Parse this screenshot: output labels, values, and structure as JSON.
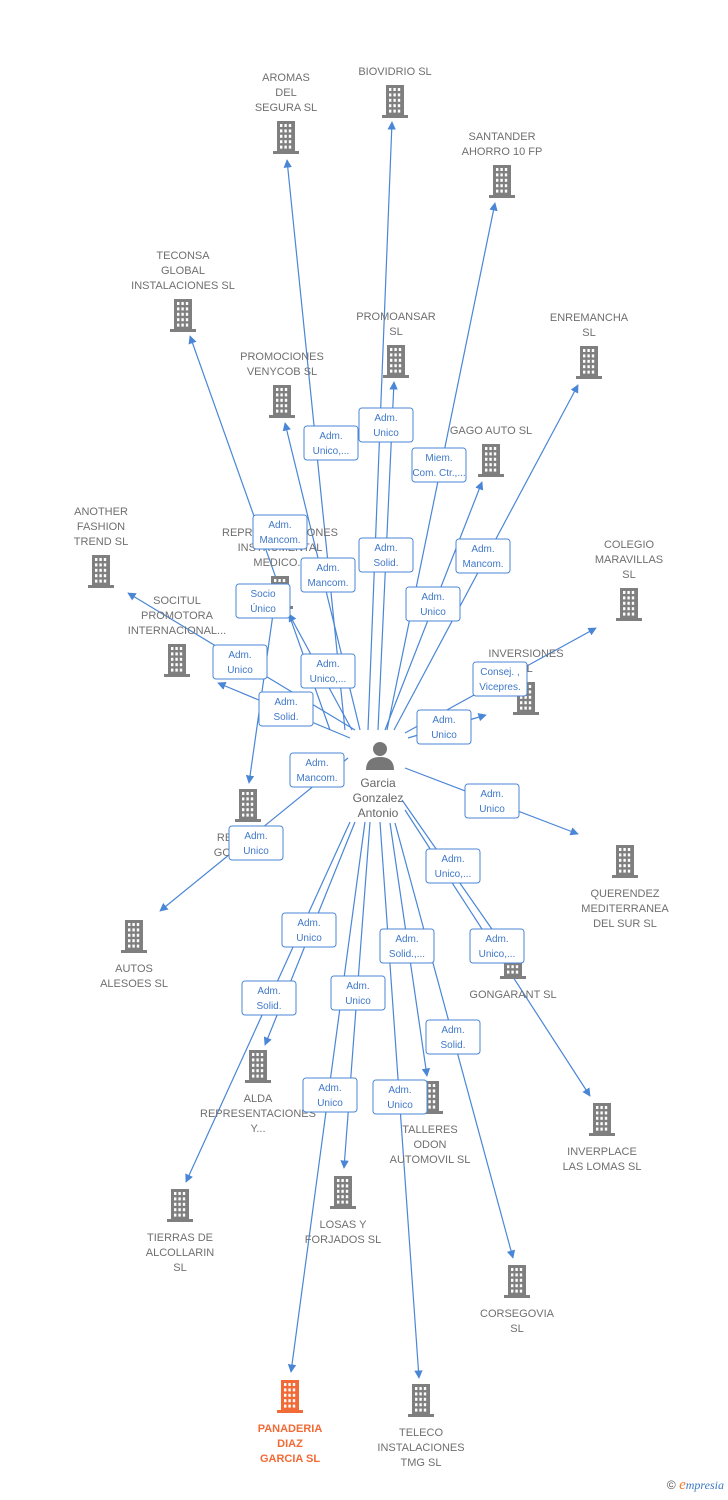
{
  "colors": {
    "edge": "#4a86d6",
    "company": "#7f7f7f",
    "highlight": "#f26a36",
    "label_text": "#6f6f6f",
    "edge_label_text": "#3f78c8",
    "edge_label_border": "#4a86d6",
    "person": "#777777"
  },
  "center": {
    "name_lines": [
      "Garcia",
      "Gonzalez",
      "Antonio"
    ],
    "icon": "person-icon"
  },
  "nodes": [
    {
      "id": "aromas",
      "lines": [
        "AROMAS",
        "DEL",
        "SEGURA  SL"
      ]
    },
    {
      "id": "biovidrio",
      "lines": [
        "BIOVIDRIO  SL"
      ]
    },
    {
      "id": "santander",
      "lines": [
        "SANTANDER",
        "AHORRO 10 FP"
      ]
    },
    {
      "id": "teconsa",
      "lines": [
        "TECONSA",
        "GLOBAL",
        "INSTALACIONES SL"
      ]
    },
    {
      "id": "promoansar",
      "lines": [
        "PROMOANSAR",
        "SL"
      ]
    },
    {
      "id": "enremancha",
      "lines": [
        "ENREMANCHA",
        "SL"
      ]
    },
    {
      "id": "venycob",
      "lines": [
        "PROMOCIONES",
        "VENYCOB SL"
      ]
    },
    {
      "id": "gago",
      "lines": [
        "GAGO AUTO SL"
      ]
    },
    {
      "id": "another",
      "lines": [
        "ANOTHER",
        "FASHION",
        "TREND  SL"
      ]
    },
    {
      "id": "instrumental",
      "lines": [
        "REPRESENTACIONES",
        "INSTRUMENTAL",
        "MEDICO..."
      ]
    },
    {
      "id": "colegio",
      "lines": [
        "COLEGIO",
        "MARAVILLAS",
        "SL"
      ]
    },
    {
      "id": "socitul",
      "lines": [
        "SOCITUL",
        "PROMOTORA",
        "INTERNACIONAL..."
      ]
    },
    {
      "id": "inversiones",
      "lines": [
        "INVERSIONES",
        "SL"
      ]
    },
    {
      "id": "renta",
      "lines": [
        "RENTAS DE",
        "GONZALEZ..."
      ]
    },
    {
      "id": "querendez",
      "lines": [
        "QUERENDEZ",
        "MEDITERRANEA",
        "DEL SUR  SL"
      ]
    },
    {
      "id": "autos",
      "lines": [
        "AUTOS",
        "ALESOES  SL"
      ]
    },
    {
      "id": "gongarant",
      "lines": [
        "GONGARANT SL"
      ]
    },
    {
      "id": "alda",
      "lines": [
        "ALDA",
        "REPRESENTACIONES",
        "Y..."
      ]
    },
    {
      "id": "talleres",
      "lines": [
        "TALLERES",
        "ODON",
        "AUTOMOVIL SL"
      ]
    },
    {
      "id": "inverplace",
      "lines": [
        "INVERPLACE",
        "LAS LOMAS  SL"
      ]
    },
    {
      "id": "tierras",
      "lines": [
        "TIERRAS DE",
        "ALCOLLARIN",
        "SL"
      ]
    },
    {
      "id": "losas",
      "lines": [
        "LOSAS Y",
        "FORJADOS  SL"
      ]
    },
    {
      "id": "corsegovia",
      "lines": [
        "CORSEGOVIA",
        "SL"
      ]
    },
    {
      "id": "panaderia",
      "lines": [
        "PANADERIA",
        "DIAZ",
        "GARCIA  SL"
      ],
      "highlight": true
    },
    {
      "id": "teleco",
      "lines": [
        "TELECO",
        "INSTALACIONES",
        "TMG  SL"
      ]
    }
  ],
  "edges": [
    {
      "to": "aromas",
      "lines": [
        "Adm.",
        "Unico,..."
      ]
    },
    {
      "to": "biovidrio",
      "lines": [
        "Adm.",
        "Unico"
      ]
    },
    {
      "to": "santander",
      "lines": [
        "Miem.",
        "Com. Ctr.,..."
      ]
    },
    {
      "to": "teconsa",
      "lines": [
        "Adm.",
        "Mancom."
      ]
    },
    {
      "to": "promoansar",
      "lines": [
        "Adm.",
        "Solid."
      ]
    },
    {
      "to": "enremancha",
      "lines": [
        "Adm.",
        "Mancom."
      ]
    },
    {
      "to": "venycob",
      "lines": [
        "Adm.",
        "Mancom."
      ]
    },
    {
      "to": "gago",
      "lines": [
        "Adm.",
        "Unico"
      ]
    },
    {
      "to": "another",
      "lines": [
        "Adm.",
        "Unico"
      ]
    },
    {
      "to": "instrumental",
      "lines": [
        "Adm.",
        "Unico,..."
      ]
    },
    {
      "to": "colegio",
      "lines": [
        "Consej. ,",
        "Vicepres."
      ]
    },
    {
      "to": "socitul",
      "lines": [
        "Adm.",
        "Solid."
      ]
    },
    {
      "to": "inversiones",
      "lines": [
        "Adm.",
        "Unico"
      ]
    },
    {
      "to": "renta",
      "lines": [
        "Socio",
        "Único"
      ]
    },
    {
      "to": "querendez",
      "lines": [
        "Adm.",
        "Unico"
      ]
    },
    {
      "to": "autos",
      "lines": [
        "Adm.",
        "Mancom."
      ]
    },
    {
      "to": "gongarant",
      "lines": [
        "Adm.",
        "Unico,..."
      ]
    },
    {
      "to": "alda",
      "lines": [
        "Adm.",
        "Solid."
      ]
    },
    {
      "to": "talleres",
      "lines": [
        "Adm.",
        "Solid.,..."
      ]
    },
    {
      "to": "inverplace",
      "lines": [
        "Adm.",
        "Unico,..."
      ]
    },
    {
      "to": "tierras",
      "lines": [
        "Adm.",
        "Unico"
      ]
    },
    {
      "to": "losas",
      "lines": [
        "Adm.",
        "Unico"
      ]
    },
    {
      "to": "corsegovia",
      "lines": [
        "Adm.",
        "Solid."
      ]
    },
    {
      "to": "panaderia",
      "lines": [
        "Adm.",
        "Unico"
      ]
    },
    {
      "to": "teleco",
      "lines": [
        "Adm.",
        "Unico"
      ]
    }
  ],
  "extra_labels": [
    {
      "id": "renta-overlap",
      "lines": [
        "Adm.",
        "Unico"
      ]
    }
  ],
  "brand": {
    "copyright": "©",
    "e": "e",
    "rest": "mpresia"
  }
}
